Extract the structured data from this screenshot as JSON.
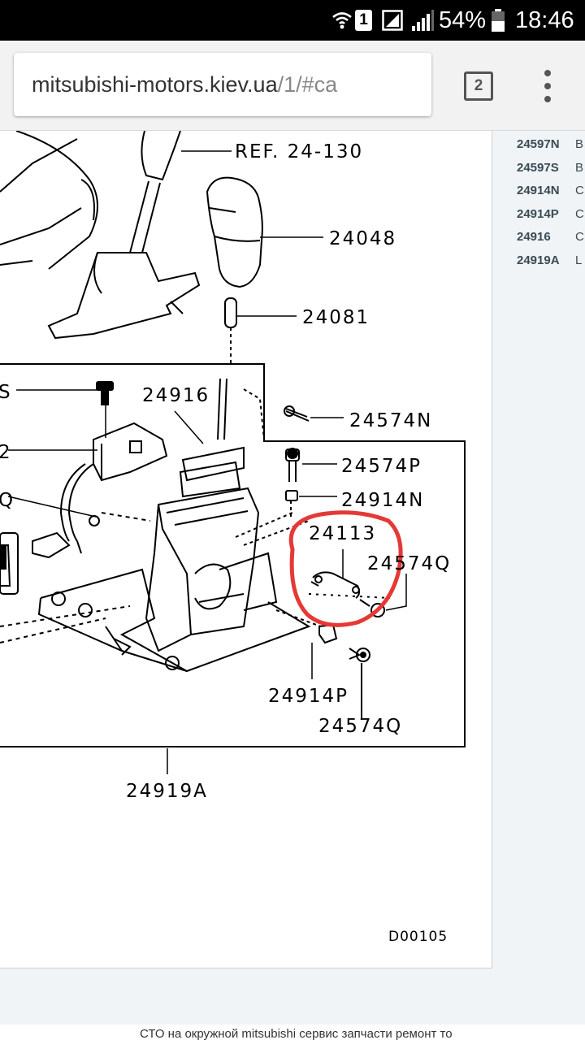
{
  "status_bar": {
    "sim_slot": "1",
    "battery_percent": "54%",
    "time": "18:46",
    "icons": [
      "wifi-calling-icon",
      "sim-icon",
      "signal-box-icon",
      "signal-bars-icon",
      "battery-icon"
    ]
  },
  "browser": {
    "url_host": "mitsubishi-motors.kiev.ua",
    "url_path": "/1/#ca",
    "tab_count": "2",
    "menu_icon": "overflow-menu-icon"
  },
  "diagram": {
    "labels": {
      "ref": "REF. 24-130",
      "p24048": "24048",
      "p24081": "24081",
      "p24916": "24916",
      "p24574n": "24574N",
      "p24574p": "24574P",
      "p24914n": "24914N",
      "p24113": "24113",
      "p24574q_right": "24574Q",
      "p24914p": "24914P",
      "p24574q_bottom": "24574Q",
      "p24919a": "24919A",
      "cut_s": "S",
      "cut_2": "2",
      "cut_q": "Q",
      "figure_code": "D00105"
    },
    "highlight_color": "#e53935"
  },
  "parts_list": [
    {
      "number": "24597N",
      "desc": "B"
    },
    {
      "number": "24597S",
      "desc": "B"
    },
    {
      "number": "24914N",
      "desc": "C"
    },
    {
      "number": "24914P",
      "desc": "C"
    },
    {
      "number": "24916",
      "desc": "C"
    },
    {
      "number": "24919A",
      "desc": "L"
    }
  ],
  "footer": {
    "text": "СТО на окружной  mitsubishi сервис запчасти ремонт то"
  }
}
